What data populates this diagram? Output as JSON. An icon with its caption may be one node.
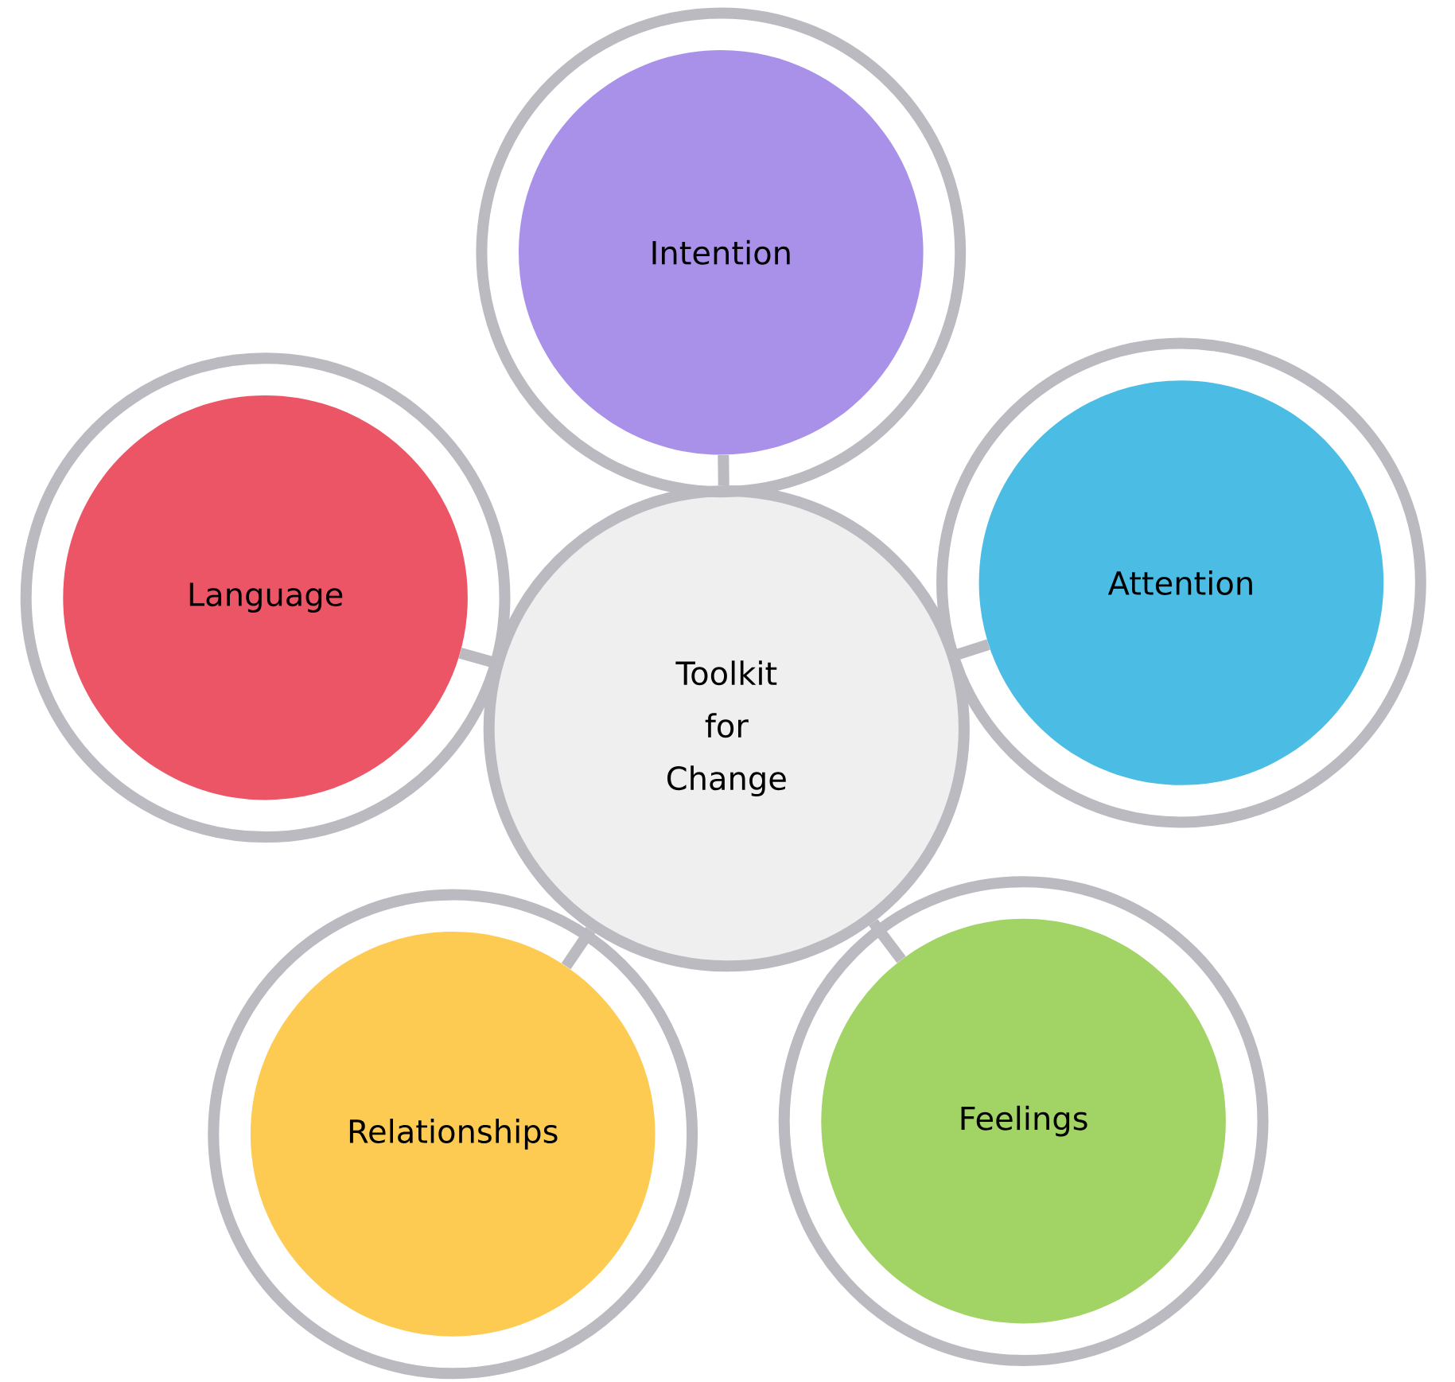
{
  "diagram": {
    "nodes": [
      {
        "text": [
          "Toolkit for Change"
        ]
      },
      {
        "text": [
          "Intention"
        ]
      },
      {
        "text": [
          "Attention"
        ]
      },
      {
        "text": [
          "Feelings"
        ]
      },
      {
        "text": [
          "Relationships"
        ]
      },
      {
        "text": [
          "Language"
        ]
      }
    ],
    "edges": [
      {
        "from": 0,
        "to": 1,
        "arrow": "none"
      },
      {
        "from": 0,
        "to": 2,
        "arrow": "none"
      },
      {
        "from": 0,
        "to": 3,
        "arrow": "none"
      },
      {
        "from": 0,
        "to": 4,
        "arrow": "none"
      },
      {
        "from": 0,
        "to": 5,
        "arrow": "none"
      }
    ]
  }
}
